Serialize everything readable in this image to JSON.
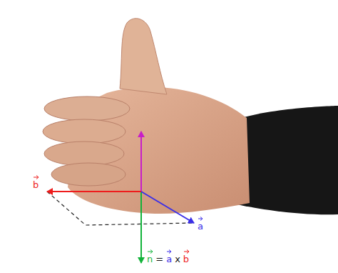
{
  "diagram": {
    "labels": [
      "b",
      "a",
      "n",
      "=",
      "a",
      "x",
      "b"
    ]
  }
}
